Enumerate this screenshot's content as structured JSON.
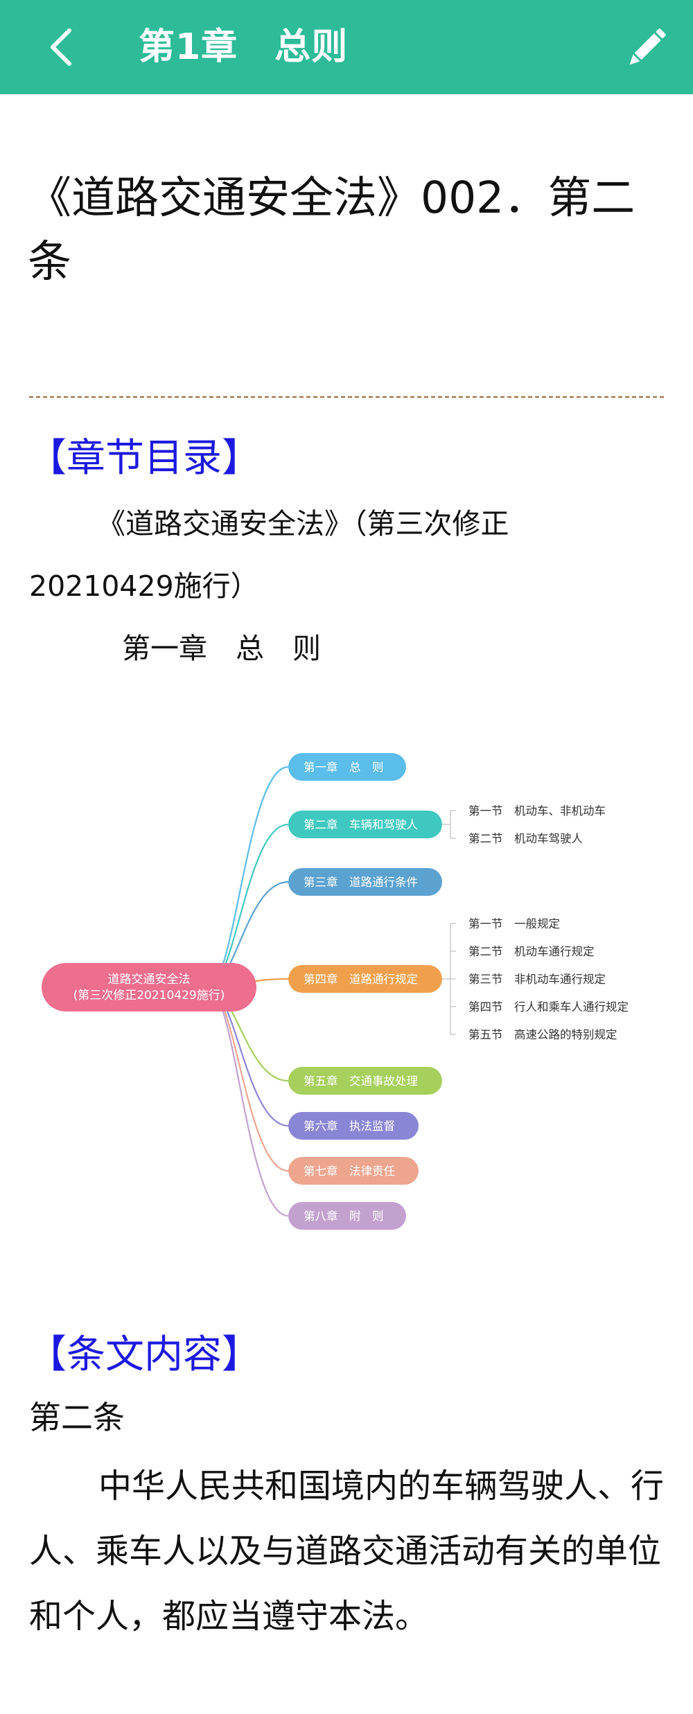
{
  "header": {
    "title": "第1章　总则",
    "back_icon": "chevron-left-icon",
    "edit_icon": "pencil-icon",
    "background_color": "#2dbb98"
  },
  "article": {
    "title": "《道路交通安全法》002．第二条"
  },
  "toc": {
    "heading": "【章节目录】",
    "line1": "《道路交通安全法》（第三次修正",
    "line2": "20210429施行）",
    "line3": "第一章　总　则"
  },
  "mindmap": {
    "root_line1": "道路交通安全法",
    "root_line2": "(第三次修正20210429施行)",
    "chapters": [
      {
        "label": "第一章　总　则",
        "color": "#5bbdea"
      },
      {
        "label": "第二章　车辆和驾驶人",
        "color": "#3fc8bf",
        "sections": [
          "第一节　机动车、非机动车",
          "第二节　机动车驾驶人"
        ]
      },
      {
        "label": "第三章　道路通行条件",
        "color": "#5ba2d0"
      },
      {
        "label": "第四章　道路通行规定",
        "color": "#f0a04c",
        "sections": [
          "第一节　一般规定",
          "第二节　机动车通行规定",
          "第三节　非机动车通行规定",
          "第四节　行人和乘车人通行规定",
          "第五节　高速公路的特别规定"
        ]
      },
      {
        "label": "第五章　交通事故处理",
        "color": "#a6cf5c"
      },
      {
        "label": "第六章　执法监督",
        "color": "#8a86d6"
      },
      {
        "label": "第七章　法律责任",
        "color": "#eda58e"
      },
      {
        "label": "第八章　附　则",
        "color": "#c3a1cf"
      }
    ],
    "root_color": "#ee6e8e"
  },
  "content": {
    "heading": "【条文内容】",
    "article_no": "第二条",
    "text": "中华人民共和国境内的车辆驾驶人、行人、乘车人以及与道路交通活动有关的单位和个人，都应当遵守本法。"
  },
  "colors": {
    "section_heading": "#1d19e0",
    "divider": "#9a6a3c"
  }
}
